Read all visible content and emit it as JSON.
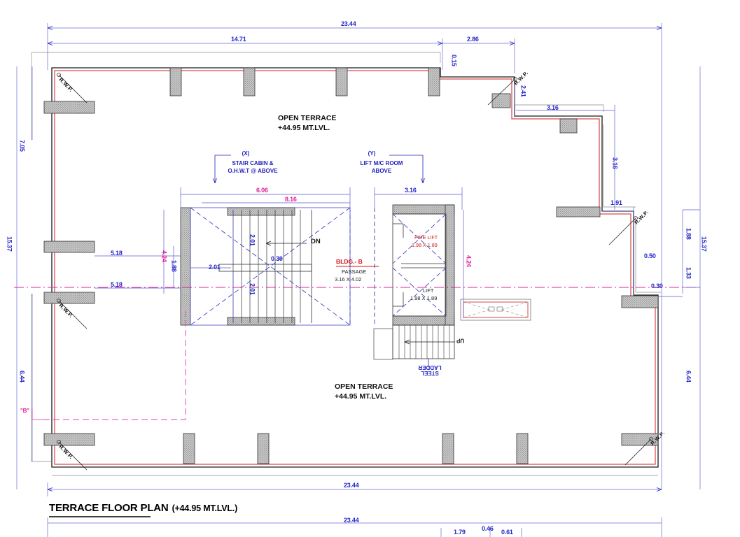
{
  "drawing": {
    "title_main": "TERRACE FLOOR PLAN",
    "title_level": "(+44.95 MT.LVL.)",
    "type": "architectural-floor-plan"
  },
  "zones": [
    {
      "name": "OPEN TERRACE",
      "level": "+44.95 MT.LVL."
    },
    {
      "name": "OPEN TERRACE",
      "level": "+44.95 MT.LVL."
    }
  ],
  "annotations": {
    "x_tag": "(X)",
    "x_line1": "STAIR CABIN &",
    "x_line2": "O.H.W.T @ ABOVE",
    "y_tag": "(Y)",
    "y_line1": "LIFT M/C ROOM",
    "y_line2": "ABOVE",
    "bldg": "BLDG.- B",
    "passage": "PASSAGE",
    "passage_size": "3.16 X 4.02",
    "fire_lift": "FIRE LIFT",
    "fire_lift_size": "1.98 X 1.89",
    "lift": "LIFT",
    "lift_size": "1.98 X 1.89",
    "steel_ladder": "STEEL\nLADDER",
    "dn": "DN",
    "up": "UP",
    "grid_b": "\"B\"",
    "rwp": "R.W.P."
  },
  "dimensions": {
    "top": [
      {
        "v": "23.44"
      },
      {
        "v": "14.71"
      },
      {
        "v": "2.86"
      },
      {
        "v": "0.15"
      }
    ],
    "right": [
      {
        "v": "2.41"
      },
      {
        "v": "3.16"
      },
      {
        "v": "3.16"
      },
      {
        "v": "1.91"
      },
      {
        "v": "1.88"
      },
      {
        "v": "0.50"
      },
      {
        "v": "1.33"
      },
      {
        "v": "0.30"
      },
      {
        "v": "15.37"
      },
      {
        "v": "6.44"
      }
    ],
    "left": [
      {
        "v": "7.05"
      },
      {
        "v": "15.37"
      },
      {
        "v": "5.18"
      },
      {
        "v": "5.18"
      },
      {
        "v": "6.44"
      }
    ],
    "core": [
      {
        "v": "6.06"
      },
      {
        "v": "8.16"
      },
      {
        "v": "3.16"
      },
      {
        "v": "2.01"
      },
      {
        "v": "2.01"
      },
      {
        "v": "2.01"
      },
      {
        "v": "0.30"
      },
      {
        "v": "4.24"
      },
      {
        "v": "1.88"
      },
      {
        "v": "4.24"
      }
    ],
    "bottom": [
      {
        "v": "23.44"
      },
      {
        "v": "23.44"
      },
      {
        "v": "1.79"
      },
      {
        "v": "0.46"
      },
      {
        "v": "0.61"
      }
    ]
  },
  "colors": {
    "dimension_blue": "#2626c8",
    "dimension_magenta": "#e0209a",
    "wall_red": "#d94a4a",
    "wall_black": "#1a1a1a",
    "column_fill": "#b8b8b8",
    "center_line": "#e0209a",
    "hidden_blue": "#3a3ac0",
    "label_red": "#d41414"
  }
}
